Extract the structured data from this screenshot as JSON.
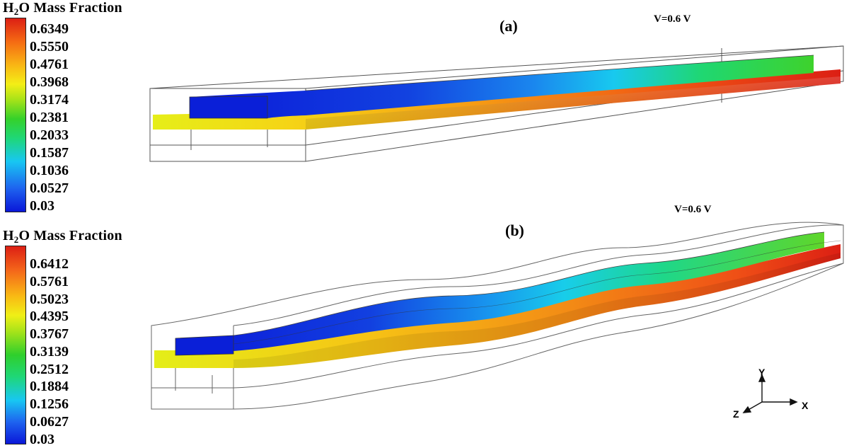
{
  "legend_a": {
    "title_main": "H",
    "title_sub": "2",
    "title_rest": "O Mass Fraction",
    "ticks": [
      "0.6349",
      "0.5550",
      "0.4761",
      "0.3968",
      "0.3174",
      "0.2381",
      "0.2033",
      "0.1587",
      "0.1036",
      "0.0527",
      "0.03"
    ]
  },
  "legend_b": {
    "title_main": "H",
    "title_sub": "2",
    "title_rest": "O Mass Fraction",
    "ticks": [
      "0.6412",
      "0.5761",
      "0.5023",
      "0.4395",
      "0.3767",
      "0.3139",
      "0.2512",
      "0.1884",
      "0.1256",
      "0.0627",
      "0.03"
    ]
  },
  "panel_a": {
    "label": "(a)",
    "voltage": "V=0.6 V"
  },
  "panel_b": {
    "label": "(b)",
    "voltage": "V=0.6 V"
  },
  "axes": {
    "y": "Y",
    "x": "X",
    "z": "Z"
  },
  "colors": {
    "low": "#0a17d8",
    "mid": "#35d12a",
    "high": "#dc1f14"
  }
}
